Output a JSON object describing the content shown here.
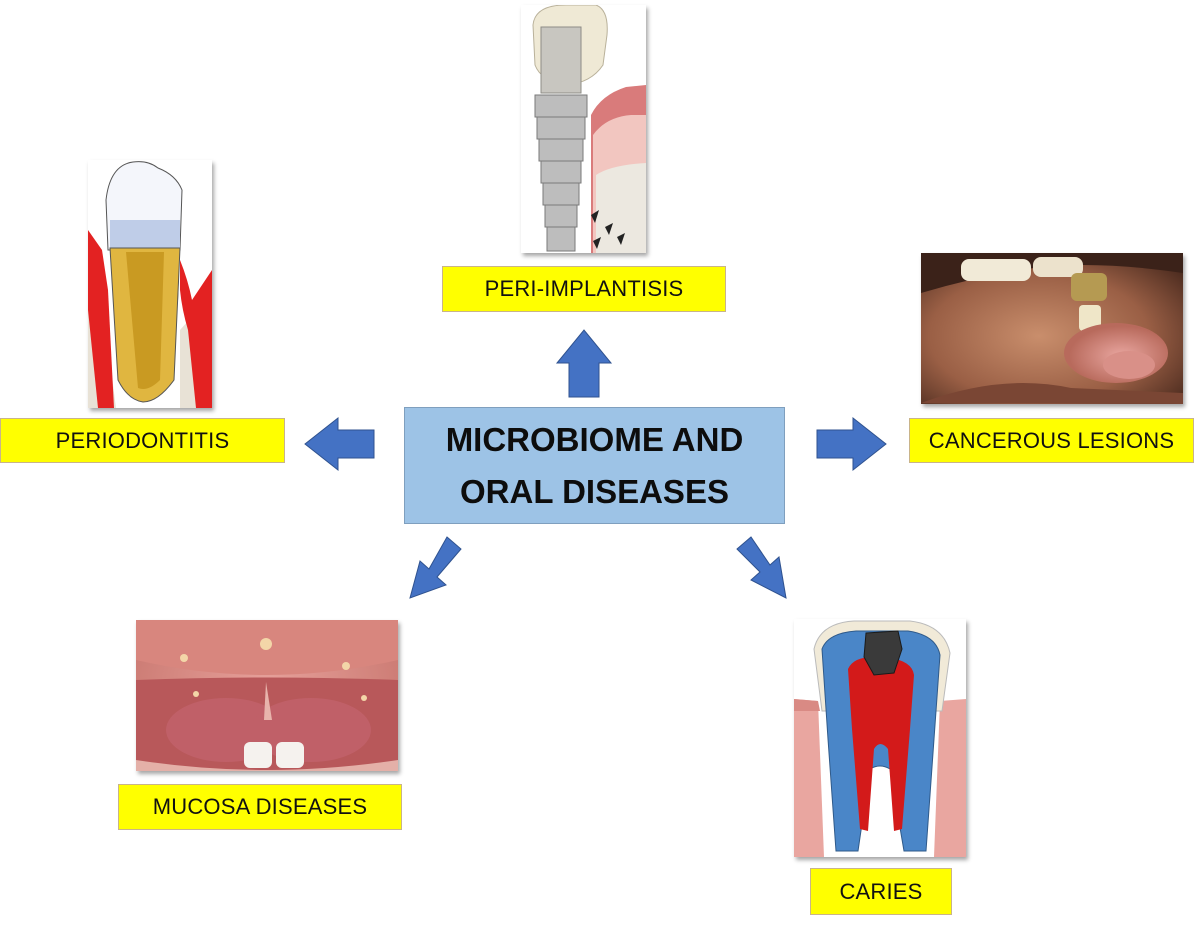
{
  "center": {
    "line1": "MICROBIOME AND",
    "line2": "ORAL DISEASES"
  },
  "nodes": [
    {
      "id": "peri-implantitis",
      "label": "PERI-IMPLANTISIS"
    },
    {
      "id": "periodontitis",
      "label": "PERIODONTITIS"
    },
    {
      "id": "cancerous-lesions",
      "label": "CANCEROUS LESIONS"
    },
    {
      "id": "mucosa-diseases",
      "label": "MUCOSA DISEASES"
    },
    {
      "id": "caries",
      "label": "CARIES"
    }
  ],
  "colors": {
    "center_box": "#9dc3e6",
    "label_bg": "#ffff00",
    "arrow": "#4472c4"
  }
}
